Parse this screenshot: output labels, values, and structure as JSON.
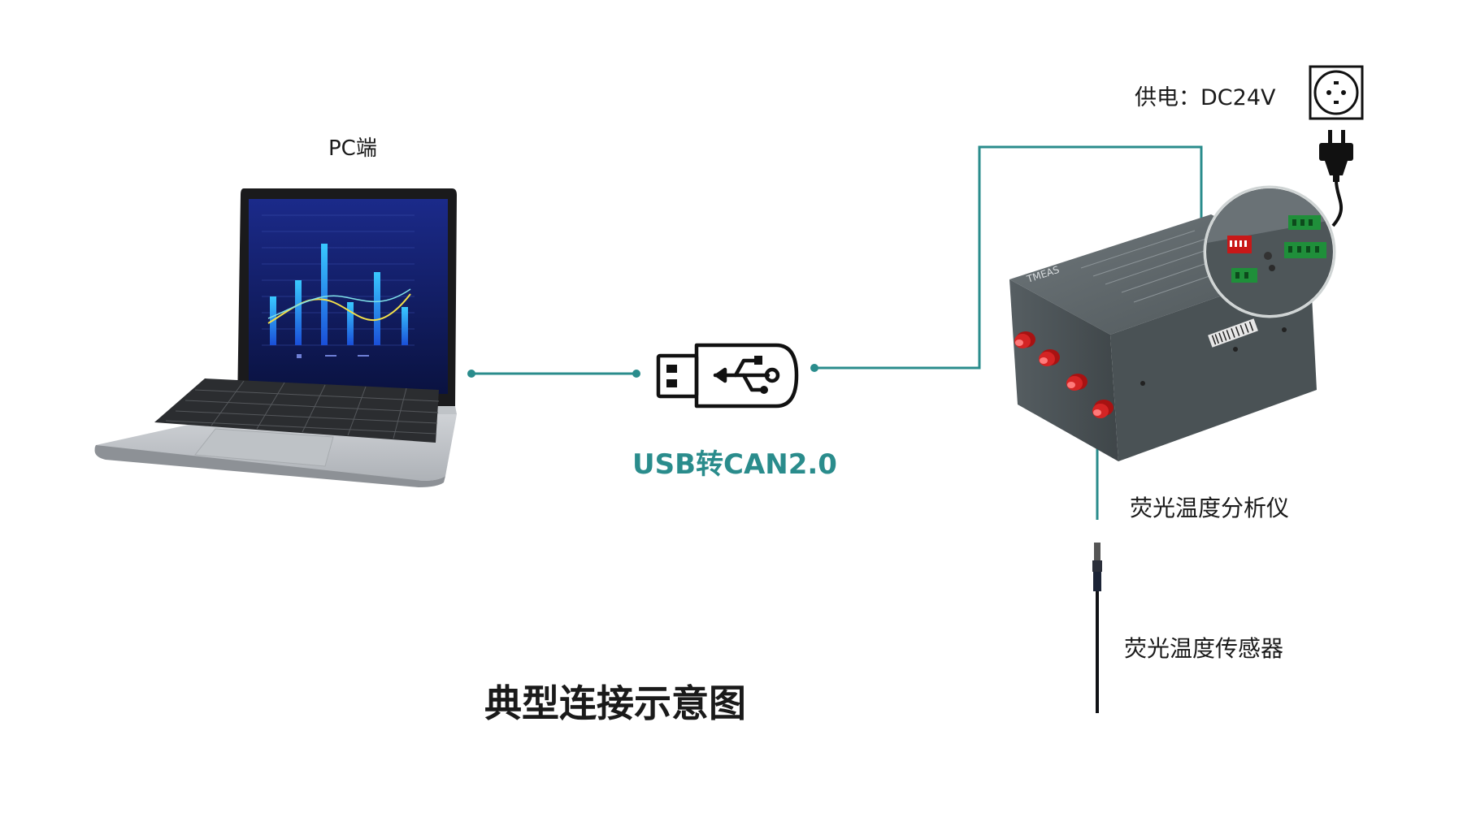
{
  "labels": {
    "pc": "PC端",
    "power": "供电：DC24V",
    "converter": "USB转CAN2.0",
    "analyzer": "荧光温度分析仪",
    "sensor": "荧光温度传感器",
    "title": "典型连接示意图"
  },
  "device": {
    "brand": "TMEAS"
  },
  "colors": {
    "connector_line": "#2a8c8c",
    "port_red": "#c41a1a",
    "device_body": "#5c6468",
    "text": "#1a1a1a"
  },
  "icons": {
    "usb": "usb-drive-icon",
    "socket": "power-socket-icon",
    "plug": "power-plug-icon"
  }
}
